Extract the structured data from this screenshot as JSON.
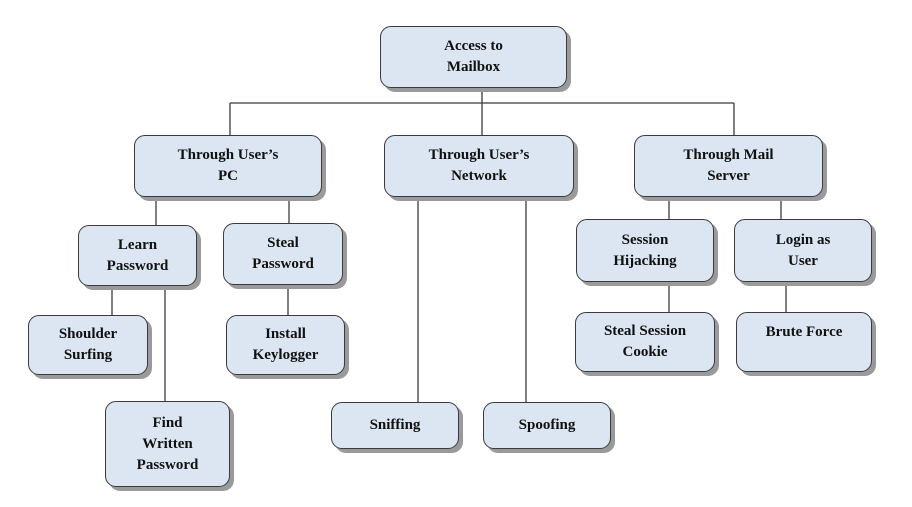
{
  "diagram": {
    "nodes": {
      "root": "Access to\nMailbox",
      "user_pc": "Through User’s\nPC",
      "user_network": "Through User’s\nNetwork",
      "mail_server": "Through Mail\nServer",
      "learn_password": "Learn\nPassword",
      "steal_password": "Steal\nPassword",
      "shoulder_surfing": "Shoulder\nSurfing",
      "install_keylogger": "Install\nKeylogger",
      "find_written_password": "Find\nWritten\nPassword",
      "sniffing": "Sniffing",
      "spoofing": "Spoofing",
      "session_hijacking": "Session\nHijacking",
      "login_as_user": "Login as\nUser",
      "steal_session_cookie": "Steal Session\nCookie",
      "brute_force": "Brute Force"
    },
    "edges": [
      [
        "root",
        "user_pc"
      ],
      [
        "root",
        "user_network"
      ],
      [
        "root",
        "mail_server"
      ],
      [
        "user_pc",
        "learn_password"
      ],
      [
        "user_pc",
        "steal_password"
      ],
      [
        "learn_password",
        "shoulder_surfing"
      ],
      [
        "learn_password",
        "find_written_password"
      ],
      [
        "steal_password",
        "install_keylogger"
      ],
      [
        "user_network",
        "sniffing"
      ],
      [
        "user_network",
        "spoofing"
      ],
      [
        "mail_server",
        "session_hijacking"
      ],
      [
        "mail_server",
        "login_as_user"
      ],
      [
        "session_hijacking",
        "steal_session_cookie"
      ],
      [
        "login_as_user",
        "brute_force"
      ]
    ],
    "colors": {
      "box_fill": "#dce6f2",
      "box_border": "#3b3b3b",
      "shadow": "#9a9a9a",
      "line": "#3b3b3b"
    }
  }
}
